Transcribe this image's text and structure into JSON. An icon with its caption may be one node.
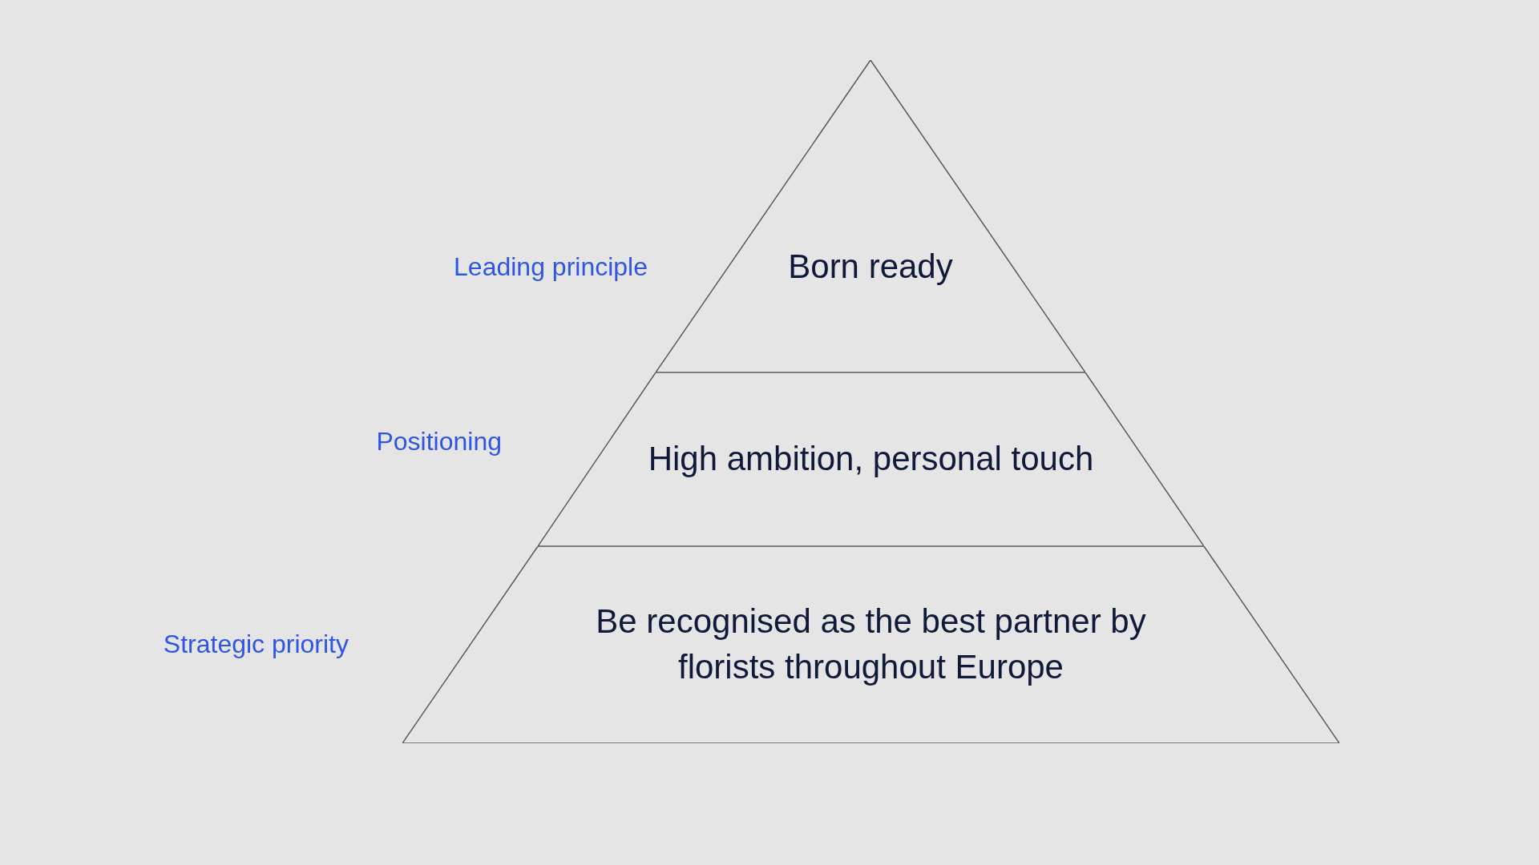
{
  "diagram": {
    "nodes": [
      {
        "text": [
          "Born ready"
        ],
        "beside": [
          "Leading principle"
        ]
      },
      {
        "text": [
          "High ambition, personal touch"
        ],
        "beside": [
          "Positioning"
        ]
      },
      {
        "text": [
          "Be recognised as the best partner by florists throughout Europe"
        ],
        "beside": [
          "Strategic priority"
        ]
      }
    ]
  }
}
